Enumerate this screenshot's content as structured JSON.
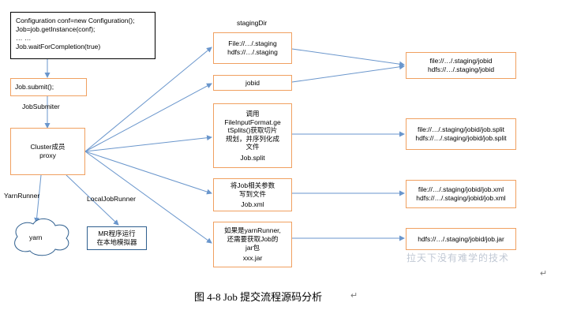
{
  "config_box": {
    "lines": [
      "Configuration conf=new Configuration();",
      "Job=job.getInstance(conf);",
      "… …",
      "Job.waitForCompletion(true)"
    ]
  },
  "submit_box": {
    "label": "Job.submit();"
  },
  "job_submiter_label": "JobSubmiter",
  "cluster_box": {
    "lines": [
      "Cluster成员",
      "proxy"
    ]
  },
  "yarn_runner_label": "YarnRunner",
  "local_runner_label": "LocalJobRunner",
  "yarn_cloud": {
    "label": "yarn"
  },
  "mr_box": {
    "lines": [
      "MR程序运行",
      "在本地模拟器"
    ]
  },
  "staging_dir_label": "stagingDir",
  "staging_box": {
    "lines": [
      "File://…/.staging",
      "hdfs://…/.staging"
    ]
  },
  "jobid_box": {
    "label": "jobid"
  },
  "split_box": {
    "lines": [
      "调用",
      "FileInputFormat.ge",
      "tSplits()获取切片",
      "规划，并序列化成",
      "文件",
      "Job.split"
    ]
  },
  "xml_box": {
    "lines": [
      "将Job相关参数",
      "写到文件",
      "Job.xml"
    ]
  },
  "jar_box": {
    "lines": [
      "如果是yarnRunner,",
      "还需要获取Job的",
      "jar包",
      "xxx.jar"
    ]
  },
  "out_jobid": {
    "lines": [
      "file://…/.staging/jobid",
      "hdfs://…/.staging/jobid"
    ]
  },
  "out_split": {
    "lines": [
      "file://…/.staging/jobid/job.split",
      "hdfs://…/.staging/jobid/job.split"
    ]
  },
  "out_xml": {
    "lines": [
      "file://…/.staging/jobid/job.xml",
      "hdfs://…/.staging/jobid/job.xml"
    ]
  },
  "out_jar": {
    "lines": [
      "hdfs://…/.staging/jobid/job.jar"
    ]
  },
  "watermark": "拉天下没有难学的技术",
  "caption": "图 4-8    Job 提交流程源码分析",
  "paragraph_mark": "↵",
  "colors": {
    "arrow": "#6a96cc",
    "box_border": "#f0a060",
    "dark_border": "#000000",
    "blue_border": "#2f5f8f"
  }
}
